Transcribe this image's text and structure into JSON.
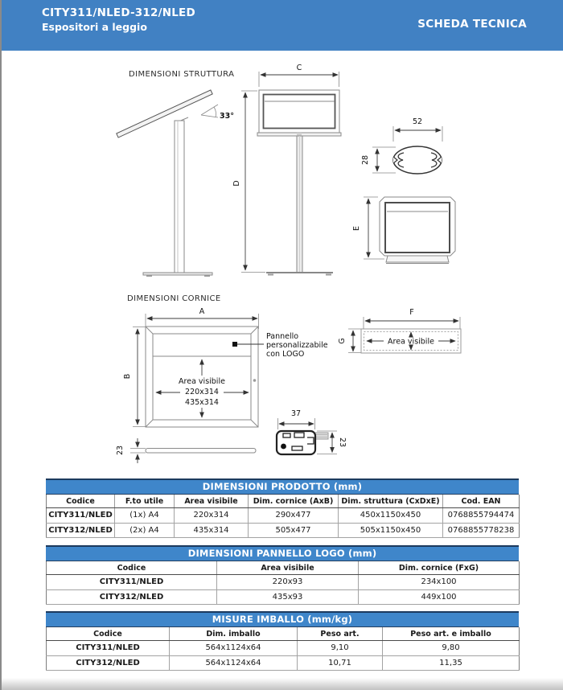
{
  "header": {
    "title": "CITY311/NLED-312/NLED",
    "subtitle": "Espositori a leggio",
    "right_label": "SCHEDA TECNICA"
  },
  "colors": {
    "header_blue": "#4181c3",
    "table_band_blue": "#3f86ca",
    "band_border_navy": "#1c3a5e",
    "text": "#1a1a1a"
  },
  "drawings": {
    "structure_section_label": "DIMENSIONI STRUTTURA",
    "cornice_section_label": "DIMENSIONI CORNICE",
    "angle_label": "33°",
    "dims": {
      "c": "C",
      "d": "D",
      "e": "E",
      "a": "A",
      "b": "B",
      "f": "F",
      "g": "G",
      "profile_width": "52",
      "profile_height": "28",
      "clamp_width": "37",
      "clamp_height": "23",
      "panel_thickness": "23"
    },
    "frame_callout": [
      "Pannello",
      "personalizzabile",
      "con LOGO"
    ],
    "frame_area_label": "Area visibile",
    "frame_area_values": [
      "220x314",
      "435x314"
    ],
    "logo_panel_area_label": "Area visibile"
  },
  "tables": [
    {
      "title": "DIMENSIONI PRODOTTO (mm)",
      "columns": [
        "Codice",
        "F.to utile",
        "Area visibile",
        "Dim. cornice (AxB)",
        "Dim. struttura (CxDxE)",
        "Cod. EAN"
      ],
      "rows": [
        [
          "CITY311/NLED",
          "(1x) A4",
          "220x314",
          "290x477",
          "450x1150x450",
          "0768855794474"
        ],
        [
          "CITY312/NLED",
          "(2x) A4",
          "435x314",
          "505x477",
          "505x1150x450",
          "0768855778238"
        ]
      ]
    },
    {
      "title": "DIMENSIONI PANNELLO LOGO (mm)",
      "columns": [
        "Codice",
        "Area visibile",
        "Dim. cornice (FxG)"
      ],
      "rows": [
        [
          "CITY311/NLED",
          "220x93",
          "234x100"
        ],
        [
          "CITY312/NLED",
          "435x93",
          "449x100"
        ]
      ]
    },
    {
      "title": "MISURE IMBALLO (mm/kg)",
      "columns": [
        "Codice",
        "Dim. imballo",
        "Peso art.",
        "Peso art. e imballo"
      ],
      "rows": [
        [
          "CITY311/NLED",
          "564x1124x64",
          "9,10",
          "9,80"
        ],
        [
          "CITY312/NLED",
          "564x1124x64",
          "10,71",
          "11,35"
        ]
      ]
    }
  ]
}
